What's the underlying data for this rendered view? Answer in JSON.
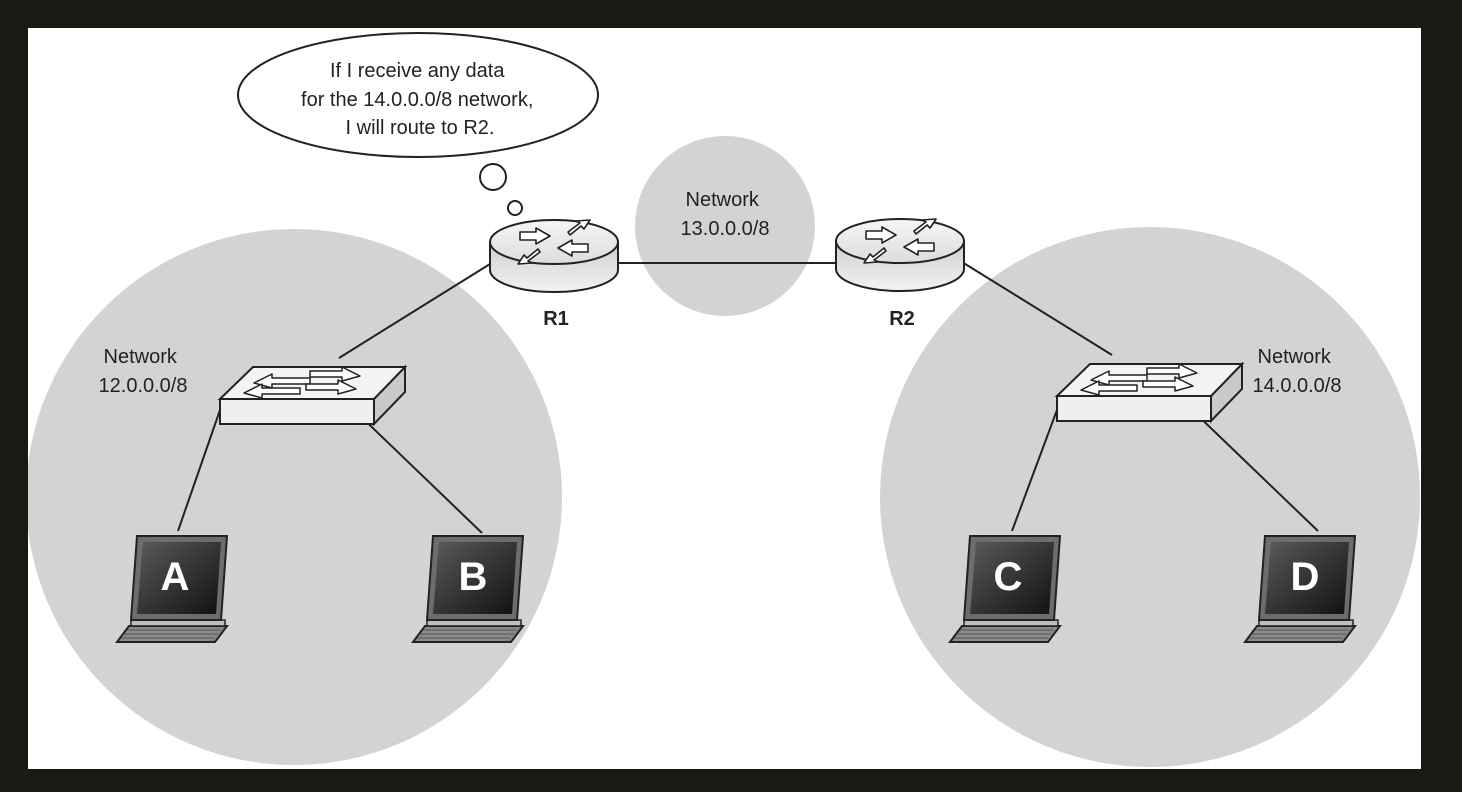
{
  "colors": {
    "frame": "#1a1a14",
    "canvas": "#ffffff",
    "network_zone": "#d3d3d3",
    "line": "#222222"
  },
  "thought_bubble": {
    "lines": [
      "If I receive any data",
      "for the 14.0.0.0/8 network,",
      "I will route to R2."
    ]
  },
  "networks": {
    "left": {
      "title": "Network",
      "address": "12.0.0.0/8"
    },
    "middle": {
      "title": "Network",
      "address": "13.0.0.0/8"
    },
    "right": {
      "title": "Network",
      "address": "14.0.0.0/8"
    }
  },
  "routers": {
    "r1": {
      "label": "R1",
      "icon": "router-icon"
    },
    "r2": {
      "label": "R2",
      "icon": "router-icon"
    }
  },
  "switches": {
    "left": {
      "icon": "switch-icon"
    },
    "right": {
      "icon": "switch-icon"
    }
  },
  "laptops": {
    "a": {
      "label": "A",
      "icon": "laptop-icon"
    },
    "b": {
      "label": "B",
      "icon": "laptop-icon"
    },
    "c": {
      "label": "C",
      "icon": "laptop-icon"
    },
    "d": {
      "label": "D",
      "icon": "laptop-icon"
    }
  }
}
